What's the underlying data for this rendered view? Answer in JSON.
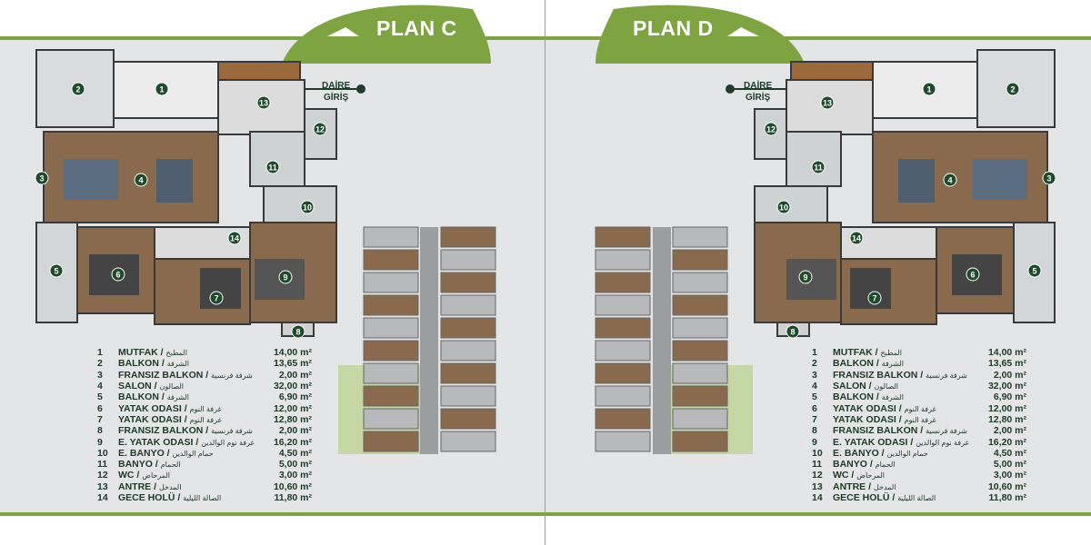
{
  "plans": [
    {
      "title": "PLAN C",
      "entrance": [
        "DAİRE",
        "GİRİŞ"
      ]
    },
    {
      "title": "PLAN D",
      "entrance": [
        "DAİRE",
        "GİRİŞ"
      ]
    }
  ],
  "rooms": [
    {
      "no": "1",
      "name": "MUTFAK",
      "ar": "المطبخ",
      "area": "14,00 m²"
    },
    {
      "no": "2",
      "name": "BALKON",
      "ar": "الشرفة",
      "area": "13,65 m²"
    },
    {
      "no": "3",
      "name": "FRANSIZ BALKON",
      "ar": "شرفة فرنسية",
      "area": "2,00 m²"
    },
    {
      "no": "4",
      "name": "SALON",
      "ar": "الصالون",
      "area": "32,00 m²"
    },
    {
      "no": "5",
      "name": "BALKON",
      "ar": "الشرفة",
      "area": "6,90 m²"
    },
    {
      "no": "6",
      "name": "YATAK ODASI",
      "ar": "غرفة النوم",
      "area": "12,00 m²"
    },
    {
      "no": "7",
      "name": "YATAK ODASI",
      "ar": "غرفة النوم",
      "area": "12,80 m²"
    },
    {
      "no": "8",
      "name": "FRANSIZ BALKON",
      "ar": "شرفة فرنسية",
      "area": "2,00 m²"
    },
    {
      "no": "9",
      "name": "E. YATAK ODASI",
      "ar": "غرفة نوم الوالدين",
      "area": "16,20 m²"
    },
    {
      "no": "10",
      "name": "E. BANYO",
      "ar": "حمام الوالدين",
      "area": "4,50 m²"
    },
    {
      "no": "11",
      "name": "BANYO",
      "ar": "الحمام",
      "area": "5,00 m²"
    },
    {
      "no": "12",
      "name": "WC",
      "ar": "المرحاض",
      "area": "3,00 m²"
    },
    {
      "no": "13",
      "name": "ANTRE",
      "ar": "المدخل",
      "area": "10,60 m²"
    },
    {
      "no": "14",
      "name": "GECE HOLÜ",
      "ar": "الصالة الليلية",
      "area": "11,80 m²"
    }
  ],
  "colors": {
    "green": "#7da441",
    "dark_green": "#1f3d2b",
    "floor_wood": "#8a6a4c",
    "tile": "#cfd2d3"
  }
}
